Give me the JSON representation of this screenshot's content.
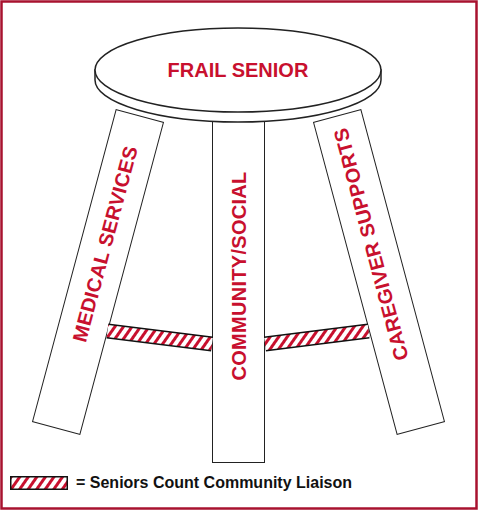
{
  "diagram": {
    "nodes": [
      {
        "text": [
          "FRAIL SENIOR"
        ]
      },
      {
        "text": [
          "MEDICAL SERVICES"
        ]
      },
      {
        "text": [
          "COMMUNITY/SOCIAL"
        ]
      },
      {
        "text": [
          "CAREGIVER SUPPORTS"
        ]
      }
    ],
    "edges": [
      {
        "from": 1,
        "to": 2,
        "arrow": "none"
      },
      {
        "from": 2,
        "to": 3,
        "arrow": "none"
      }
    ],
    "legend": [
      {
        "text": "= Seniors Count Community Liaison"
      }
    ]
  }
}
